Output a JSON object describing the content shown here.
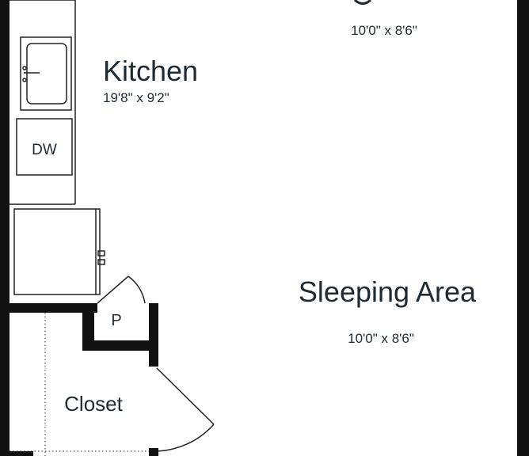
{
  "rooms": {
    "top_room": {
      "dimensions": "10'0\" x 8'6\""
    },
    "kitchen": {
      "label": "Kitchen",
      "dimensions": "19'8\" x 9'2\""
    },
    "sleeping_area": {
      "label": "Sleeping Area",
      "dimensions": "10'0\" x 8'6\""
    },
    "closet": {
      "label": "Closet"
    },
    "pantry": {
      "label": "P"
    }
  },
  "fixtures": {
    "dishwasher": {
      "label": "DW"
    }
  },
  "colors": {
    "wall": "#111111",
    "line": "#222222",
    "text": "#1f2a33",
    "background": "#ffffff"
  }
}
